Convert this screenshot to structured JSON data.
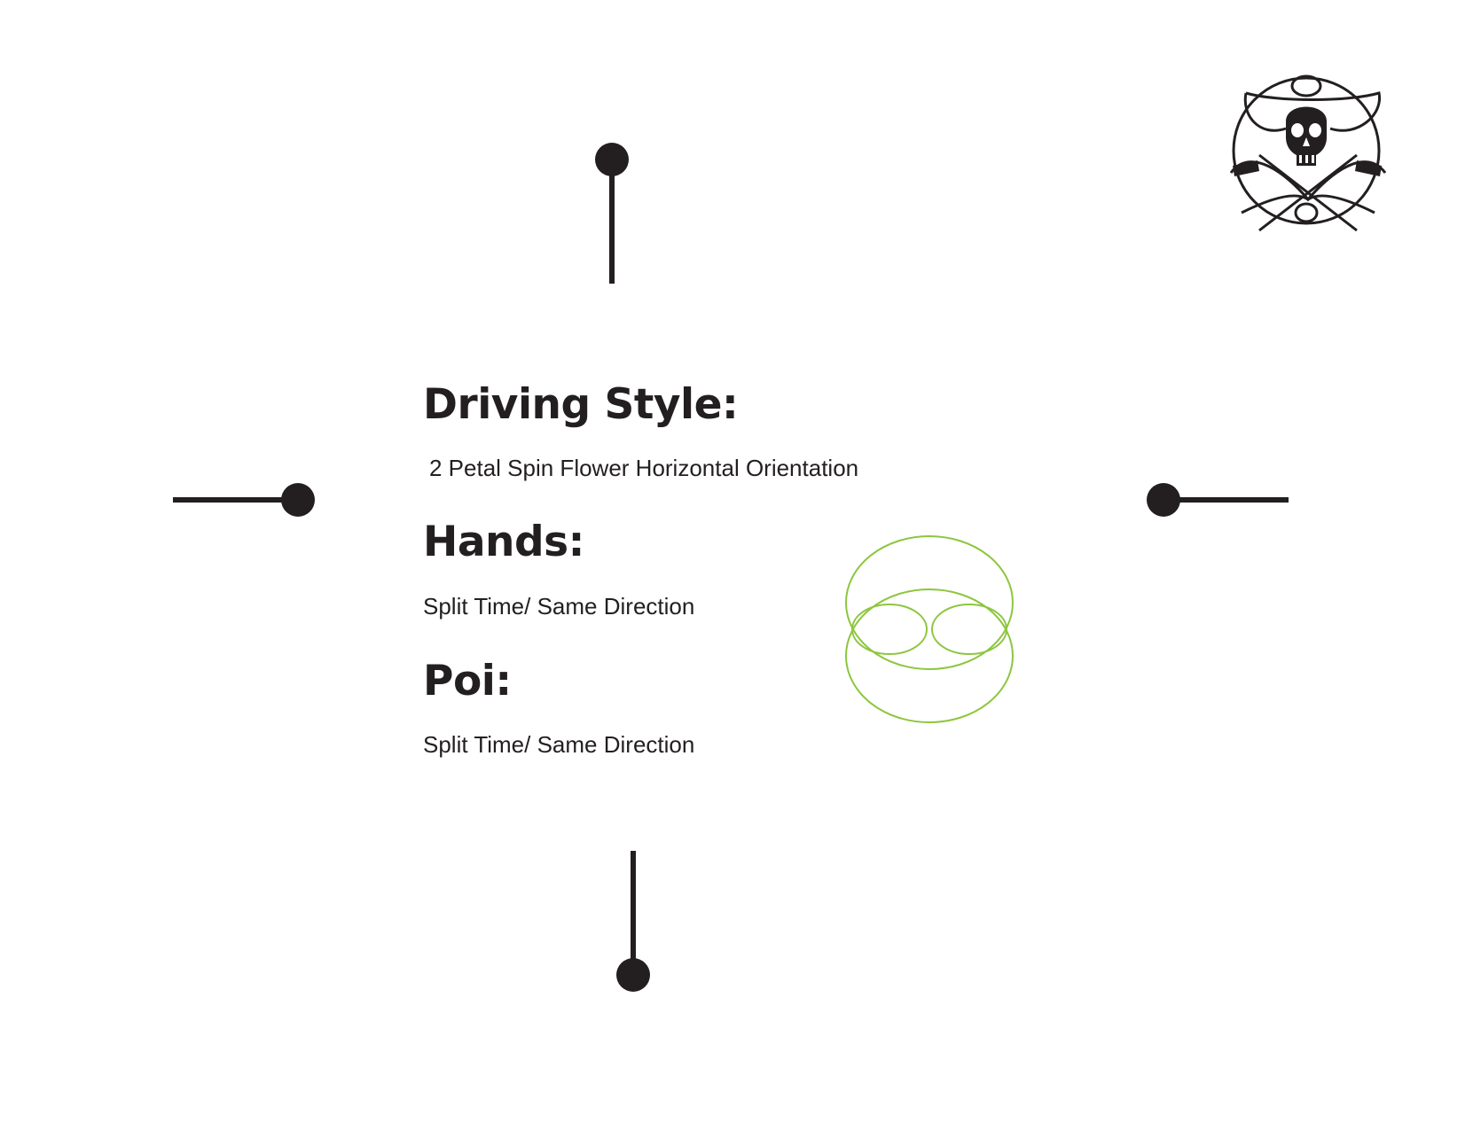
{
  "sections": {
    "driving_style": {
      "heading": "Driving Style:",
      "text": "2 Petal Spin Flower Horizontal Orientation"
    },
    "hands": {
      "heading": "Hands:",
      "text": "Split Time/ Same Direction"
    },
    "poi": {
      "heading": "Poi:",
      "text": "Split Time/ Same Direction"
    }
  },
  "colors": {
    "ink": "#231f20",
    "flower_stroke": "#8dc63f"
  },
  "icons": {
    "logo": "skull-crossbones-emblem-icon",
    "markers": [
      "poi-top-marker",
      "poi-left-marker",
      "poi-right-marker",
      "poi-bottom-marker"
    ]
  }
}
